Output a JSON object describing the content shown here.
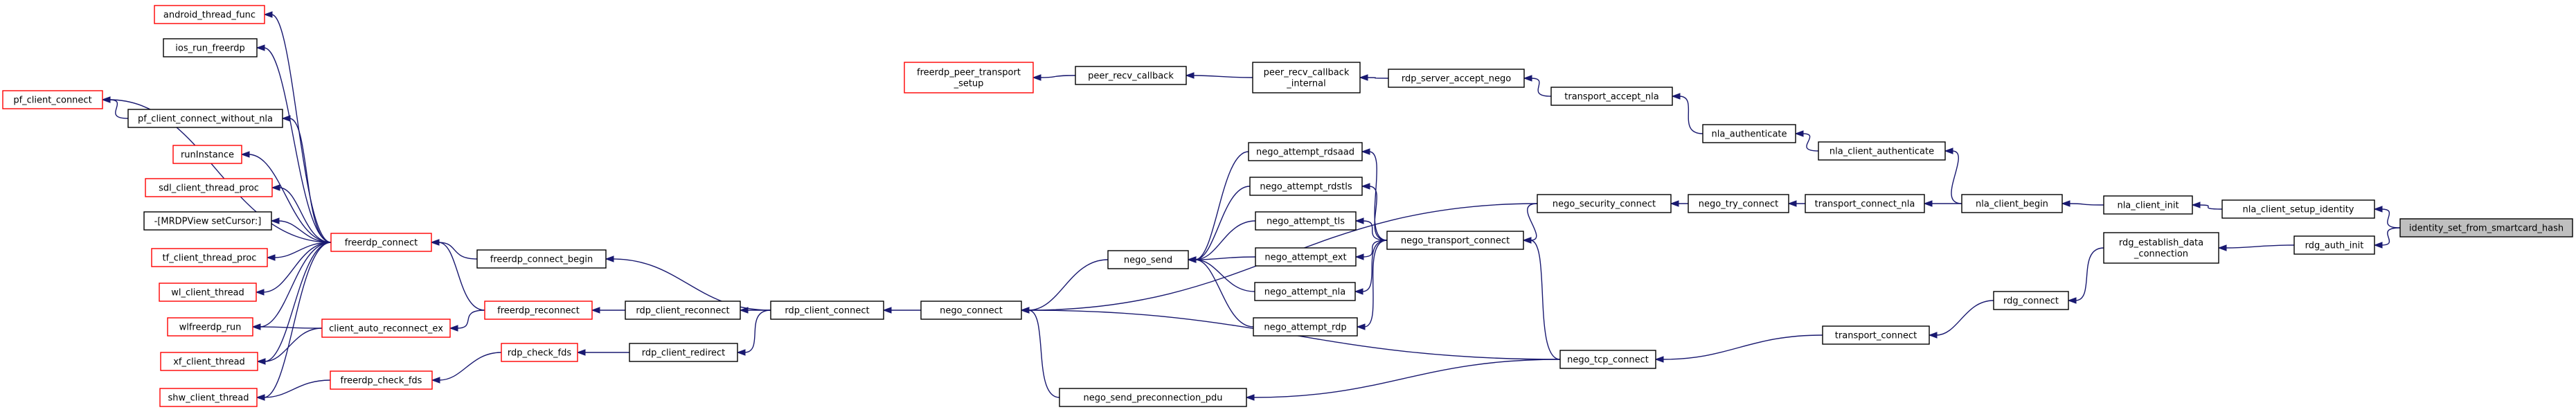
{
  "colors": {
    "edge": "#191970",
    "border_default": "#000000",
    "border_truncated": "#ff0000",
    "fill_default": "#ffffff",
    "fill_highlight": "#bfbfbf",
    "text": "#000000"
  },
  "nodes": [
    {
      "id": "android_thread_func",
      "lines": [
        "android_thread_func"
      ],
      "truncated": true
    },
    {
      "id": "ios_run_freerdp",
      "lines": [
        "ios_run_freerdp"
      ],
      "truncated": false
    },
    {
      "id": "pf_client_connect",
      "lines": [
        "pf_client_connect"
      ],
      "truncated": true
    },
    {
      "id": "pf_client_connect_without_nla",
      "lines": [
        "pf_client_connect_without_nla"
      ],
      "truncated": false
    },
    {
      "id": "runInstance",
      "lines": [
        "runInstance"
      ],
      "truncated": true
    },
    {
      "id": "sdl_client_thread_proc",
      "lines": [
        "sdl_client_thread_proc"
      ],
      "truncated": true
    },
    {
      "id": "mrdpview_setcursor",
      "lines": [
        "-[MRDPView setCursor:]"
      ],
      "truncated": false
    },
    {
      "id": "tf_client_thread_proc",
      "lines": [
        "tf_client_thread_proc"
      ],
      "truncated": true
    },
    {
      "id": "wl_client_thread",
      "lines": [
        "wl_client_thread"
      ],
      "truncated": true
    },
    {
      "id": "wlfreerdp_run",
      "lines": [
        "wlfreerdp_run"
      ],
      "truncated": true
    },
    {
      "id": "xf_client_thread",
      "lines": [
        "xf_client_thread"
      ],
      "truncated": true
    },
    {
      "id": "shw_client_thread",
      "lines": [
        "shw_client_thread"
      ],
      "truncated": true
    },
    {
      "id": "freerdp_connect",
      "lines": [
        "freerdp_connect"
      ],
      "truncated": true
    },
    {
      "id": "client_auto_reconnect_ex",
      "lines": [
        "client_auto_reconnect_ex"
      ],
      "truncated": true
    },
    {
      "id": "freerdp_check_fds",
      "lines": [
        "freerdp_check_fds"
      ],
      "truncated": true
    },
    {
      "id": "freerdp_connect_begin",
      "lines": [
        "freerdp_connect_begin"
      ],
      "truncated": false
    },
    {
      "id": "freerdp_reconnect",
      "lines": [
        "freerdp_reconnect"
      ],
      "truncated": true
    },
    {
      "id": "rdp_check_fds",
      "lines": [
        "rdp_check_fds"
      ],
      "truncated": true
    },
    {
      "id": "rdp_client_reconnect",
      "lines": [
        "rdp_client_reconnect"
      ],
      "truncated": false
    },
    {
      "id": "rdp_client_redirect",
      "lines": [
        "rdp_client_redirect"
      ],
      "truncated": false
    },
    {
      "id": "rdp_client_connect",
      "lines": [
        "rdp_client_connect"
      ],
      "truncated": false
    },
    {
      "id": "nego_connect",
      "lines": [
        "nego_connect"
      ],
      "truncated": false
    },
    {
      "id": "nego_send",
      "lines": [
        "nego_send"
      ],
      "truncated": false
    },
    {
      "id": "nego_send_preconnection_pdu",
      "lines": [
        "nego_send_preconnection_pdu"
      ],
      "truncated": false
    },
    {
      "id": "freerdp_peer_transport_setup",
      "lines": [
        "freerdp_peer_transport",
        "_setup"
      ],
      "truncated": true
    },
    {
      "id": "peer_recv_callback",
      "lines": [
        "peer_recv_callback"
      ],
      "truncated": false
    },
    {
      "id": "peer_recv_callback_internal",
      "lines": [
        "peer_recv_callback",
        "_internal"
      ],
      "truncated": false
    },
    {
      "id": "rdp_server_accept_nego",
      "lines": [
        "rdp_server_accept_nego"
      ],
      "truncated": false
    },
    {
      "id": "transport_accept_nla",
      "lines": [
        "transport_accept_nla"
      ],
      "truncated": false
    },
    {
      "id": "nla_authenticate",
      "lines": [
        "nla_authenticate"
      ],
      "truncated": false
    },
    {
      "id": "nla_client_authenticate",
      "lines": [
        "nla_client_authenticate"
      ],
      "truncated": false
    },
    {
      "id": "nego_attempt_rdsaad",
      "lines": [
        "nego_attempt_rdsaad"
      ],
      "truncated": false
    },
    {
      "id": "nego_attempt_rdstls",
      "lines": [
        "nego_attempt_rdstls"
      ],
      "truncated": false
    },
    {
      "id": "nego_attempt_tls",
      "lines": [
        "nego_attempt_tls"
      ],
      "truncated": false
    },
    {
      "id": "nego_attempt_ext",
      "lines": [
        "nego_attempt_ext"
      ],
      "truncated": false
    },
    {
      "id": "nego_attempt_nla",
      "lines": [
        "nego_attempt_nla"
      ],
      "truncated": false
    },
    {
      "id": "nego_attempt_rdp",
      "lines": [
        "nego_attempt_rdp"
      ],
      "truncated": false
    },
    {
      "id": "nego_transport_connect",
      "lines": [
        "nego_transport_connect"
      ],
      "truncated": false
    },
    {
      "id": "nego_security_connect",
      "lines": [
        "nego_security_connect"
      ],
      "truncated": false
    },
    {
      "id": "nego_tcp_connect",
      "lines": [
        "nego_tcp_connect"
      ],
      "truncated": false
    },
    {
      "id": "nego_try_connect",
      "lines": [
        "nego_try_connect"
      ],
      "truncated": false
    },
    {
      "id": "transport_connect_nla",
      "lines": [
        "transport_connect_nla"
      ],
      "truncated": false
    },
    {
      "id": "nla_client_begin",
      "lines": [
        "nla_client_begin"
      ],
      "truncated": false
    },
    {
      "id": "nla_client_init",
      "lines": [
        "nla_client_init"
      ],
      "truncated": false
    },
    {
      "id": "nla_client_setup_identity",
      "lines": [
        "nla_client_setup_identity"
      ],
      "truncated": false
    },
    {
      "id": "transport_connect",
      "lines": [
        "transport_connect"
      ],
      "truncated": false
    },
    {
      "id": "rdg_connect",
      "lines": [
        "rdg_connect"
      ],
      "truncated": false
    },
    {
      "id": "rdg_establish_data_connection",
      "lines": [
        "rdg_establish_data",
        "_connection"
      ],
      "truncated": false
    },
    {
      "id": "rdg_auth_init",
      "lines": [
        "rdg_auth_init"
      ],
      "truncated": false
    },
    {
      "id": "identity_set_from_smartcard_hash",
      "lines": [
        "identity_set_from_smartcard_hash"
      ],
      "truncated": false,
      "highlight": true
    }
  ],
  "edges": [
    [
      "freerdp_connect",
      "android_thread_func"
    ],
    [
      "freerdp_connect",
      "ios_run_freerdp"
    ],
    [
      "freerdp_connect",
      "pf_client_connect"
    ],
    [
      "freerdp_connect",
      "pf_client_connect_without_nla"
    ],
    [
      "pf_client_connect_without_nla",
      "pf_client_connect"
    ],
    [
      "freerdp_connect",
      "runInstance"
    ],
    [
      "freerdp_connect",
      "sdl_client_thread_proc"
    ],
    [
      "freerdp_connect",
      "mrdpview_setcursor"
    ],
    [
      "freerdp_connect",
      "tf_client_thread_proc"
    ],
    [
      "freerdp_connect",
      "wl_client_thread"
    ],
    [
      "freerdp_connect",
      "wlfreerdp_run"
    ],
    [
      "freerdp_connect",
      "xf_client_thread"
    ],
    [
      "freerdp_connect",
      "shw_client_thread"
    ],
    [
      "client_auto_reconnect_ex",
      "wlfreerdp_run"
    ],
    [
      "client_auto_reconnect_ex",
      "xf_client_thread"
    ],
    [
      "freerdp_check_fds",
      "shw_client_thread"
    ],
    [
      "freerdp_connect_begin",
      "freerdp_connect"
    ],
    [
      "freerdp_reconnect",
      "freerdp_connect"
    ],
    [
      "freerdp_reconnect",
      "client_auto_reconnect_ex"
    ],
    [
      "rdp_check_fds",
      "freerdp_check_fds"
    ],
    [
      "rdp_client_reconnect",
      "freerdp_reconnect"
    ],
    [
      "rdp_client_redirect",
      "rdp_check_fds"
    ],
    [
      "rdp_client_connect",
      "freerdp_connect_begin"
    ],
    [
      "rdp_client_connect",
      "rdp_client_reconnect"
    ],
    [
      "rdp_client_connect",
      "rdp_client_redirect"
    ],
    [
      "nego_connect",
      "rdp_client_connect"
    ],
    [
      "nego_send",
      "nego_connect"
    ],
    [
      "nego_send_preconnection_pdu",
      "nego_connect"
    ],
    [
      "nego_attempt_rdsaad",
      "nego_send"
    ],
    [
      "nego_attempt_rdstls",
      "nego_send"
    ],
    [
      "nego_attempt_tls",
      "nego_send"
    ],
    [
      "nego_attempt_ext",
      "nego_send"
    ],
    [
      "nego_attempt_nla",
      "nego_send"
    ],
    [
      "nego_attempt_rdp",
      "nego_send"
    ],
    [
      "nego_transport_connect",
      "nego_attempt_rdsaad"
    ],
    [
      "nego_transport_connect",
      "nego_attempt_rdstls"
    ],
    [
      "nego_transport_connect",
      "nego_attempt_tls"
    ],
    [
      "nego_transport_connect",
      "nego_attempt_ext"
    ],
    [
      "nego_transport_connect",
      "nego_attempt_nla"
    ],
    [
      "nego_transport_connect",
      "nego_attempt_rdp"
    ],
    [
      "nego_security_connect",
      "nego_transport_connect"
    ],
    [
      "nego_security_connect",
      "nego_connect"
    ],
    [
      "nego_tcp_connect",
      "nego_transport_connect"
    ],
    [
      "nego_tcp_connect",
      "nego_connect"
    ],
    [
      "nego_tcp_connect",
      "nego_send_preconnection_pdu"
    ],
    [
      "nego_try_connect",
      "nego_security_connect"
    ],
    [
      "transport_connect_nla",
      "nego_try_connect"
    ],
    [
      "nla_client_begin",
      "transport_connect_nla"
    ],
    [
      "nla_client_begin",
      "nla_client_authenticate"
    ],
    [
      "nla_client_authenticate",
      "nla_authenticate"
    ],
    [
      "nla_authenticate",
      "transport_accept_nla"
    ],
    [
      "transport_accept_nla",
      "rdp_server_accept_nego"
    ],
    [
      "rdp_server_accept_nego",
      "peer_recv_callback_internal"
    ],
    [
      "peer_recv_callback_internal",
      "peer_recv_callback"
    ],
    [
      "peer_recv_callback",
      "freerdp_peer_transport_setup"
    ],
    [
      "nla_client_init",
      "nla_client_begin"
    ],
    [
      "nla_client_setup_identity",
      "nla_client_init"
    ],
    [
      "identity_set_from_smartcard_hash",
      "nla_client_setup_identity"
    ],
    [
      "identity_set_from_smartcard_hash",
      "rdg_auth_init"
    ],
    [
      "rdg_auth_init",
      "rdg_establish_data_connection"
    ],
    [
      "rdg_establish_data_connection",
      "rdg_connect"
    ],
    [
      "rdg_connect",
      "transport_connect"
    ],
    [
      "transport_connect",
      "nego_tcp_connect"
    ]
  ]
}
